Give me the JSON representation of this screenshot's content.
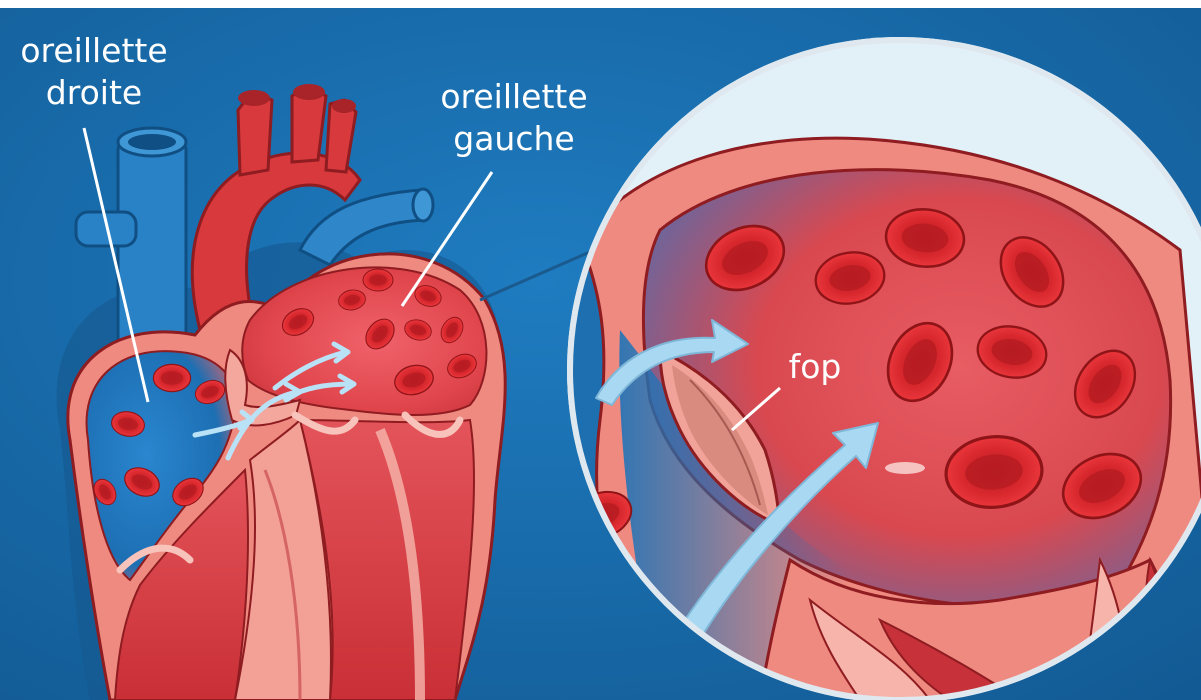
{
  "labels": {
    "right_atrium_line1": "oreillette",
    "right_atrium_line2": "droite",
    "left_atrium_line1": "oreillette",
    "left_atrium_line2": "gauche",
    "zoom_label": "fop"
  },
  "colors": {
    "background": "#1a6fb0",
    "background_dark": "#12568f",
    "vein_blue": "#2f86c8",
    "heart_red": "#d8393c",
    "heart_dark": "#b3262b",
    "wall_pink": "#f08a80",
    "wall_light": "#f7b3a8",
    "rbc": "#e02a2e",
    "rbc_center": "#b41d22",
    "arrow": "#a9d8f2",
    "label": "#ffffff"
  }
}
